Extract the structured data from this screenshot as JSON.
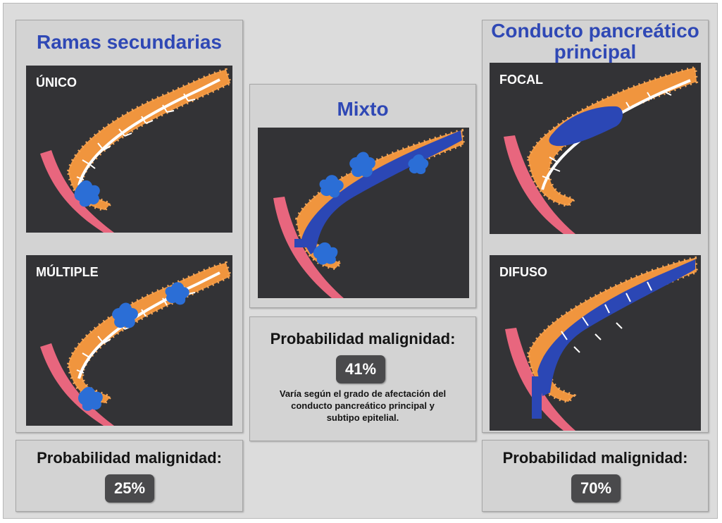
{
  "left": {
    "title": "Ramas secundarias",
    "panels": [
      {
        "label": "ÚNICO"
      },
      {
        "label": "MÚLTIPLE"
      }
    ],
    "probability_label": "Probabilidad malignidad:",
    "probability_value": "25%"
  },
  "middle": {
    "title": "Mixto",
    "probability_label": "Probabilidad malignidad:",
    "probability_value": "41%",
    "note": "Varía según el grado de afectación del conducto pancreático principal y subtipo epitelial."
  },
  "right": {
    "title": "Conducto pancreático principal",
    "panels": [
      {
        "label": "FOCAL"
      },
      {
        "label": "DIFUSO"
      }
    ],
    "probability_label": "Probabilidad malignidad:",
    "probability_value": "70%"
  },
  "colors": {
    "title": "#2f48b5",
    "panel_bg": "#333336",
    "pancreas": "#f0953e",
    "duodenum": "#e8667e",
    "duct_lesion": "#2b47b5",
    "badge": "#4a4a4c"
  }
}
